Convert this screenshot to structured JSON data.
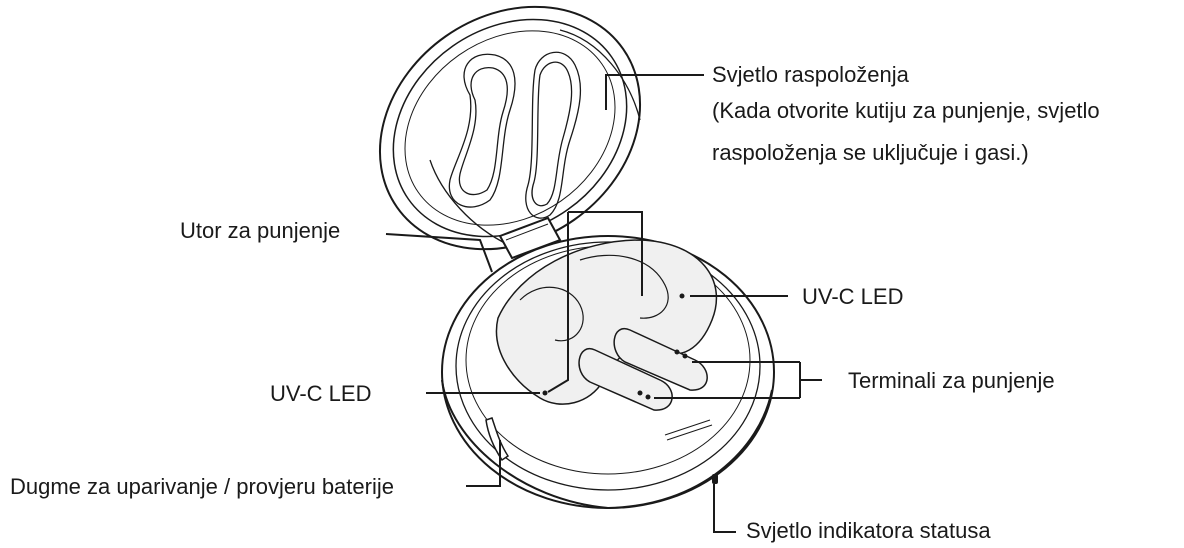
{
  "diagram": {
    "labels": {
      "mood_light": "Svjetlo raspoloženja",
      "mood_light_note_line1": "(Kada otvorite kutiju za punjenje, svjetlo",
      "mood_light_note_line2": "raspoloženja se uključuje i gasi.)",
      "charging_slot": "Utor za punjenje",
      "uvc_led_right": "UV-C LED",
      "uvc_led_left": "UV-C LED",
      "charging_terminals": "Terminali za punjenje",
      "pairing_button": "Dugme za uparivanje / provjeru baterije",
      "status_indicator": "Svjetlo indikatora statusa"
    },
    "colors": {
      "line": "#1a1a1a",
      "case_fill": "#ffffff",
      "earbud_fill": "#f0f0f0",
      "text": "#1a1a1a"
    }
  }
}
